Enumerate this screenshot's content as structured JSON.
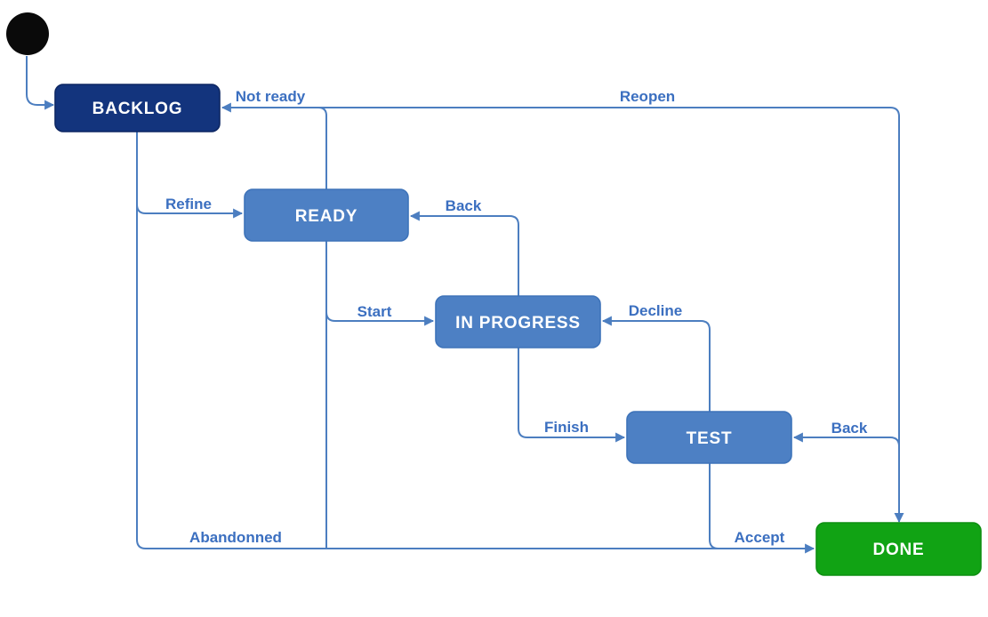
{
  "diagram": {
    "type": "state-machine-workflow",
    "colors": {
      "backlog_fill": "#13347D",
      "state_fill": "#4D80C4",
      "done_fill": "#11A314",
      "edge_stroke": "#4C7EC0",
      "edge_label_text": "#3B6FC0",
      "state_label_text": "#FFFFFF",
      "initial_dot": "#0A0A0A",
      "background": "#FFFFFF"
    },
    "initial_state": {
      "shape": "filled-circle",
      "connects_to": "BACKLOG"
    },
    "states": {
      "backlog": {
        "label": "BACKLOG"
      },
      "ready": {
        "label": "READY"
      },
      "in_progress": {
        "label": "IN PROGRESS"
      },
      "test": {
        "label": "TEST"
      },
      "done": {
        "label": "DONE"
      }
    },
    "transitions": {
      "not_ready": {
        "label": "Not ready",
        "from": "READY",
        "to": "BACKLOG"
      },
      "reopen": {
        "label": "Reopen",
        "from": "DONE",
        "to": "BACKLOG"
      },
      "refine": {
        "label": "Refine",
        "from": "BACKLOG",
        "to": "READY"
      },
      "back_to_ready": {
        "label": "Back",
        "from": "IN PROGRESS",
        "to": "READY"
      },
      "start": {
        "label": "Start",
        "from": "READY",
        "to": "IN PROGRESS"
      },
      "decline": {
        "label": "Decline",
        "from": "TEST",
        "to": "IN PROGRESS"
      },
      "finish": {
        "label": "Finish",
        "from": "IN PROGRESS",
        "to": "TEST"
      },
      "back_to_test": {
        "label": "Back",
        "from": "DONE",
        "to": "TEST"
      },
      "accept": {
        "label": "Accept",
        "from": "TEST",
        "to": "DONE"
      },
      "abandonned": {
        "label": "Abandonned",
        "from": "BACKLOG",
        "to": "DONE"
      }
    }
  }
}
